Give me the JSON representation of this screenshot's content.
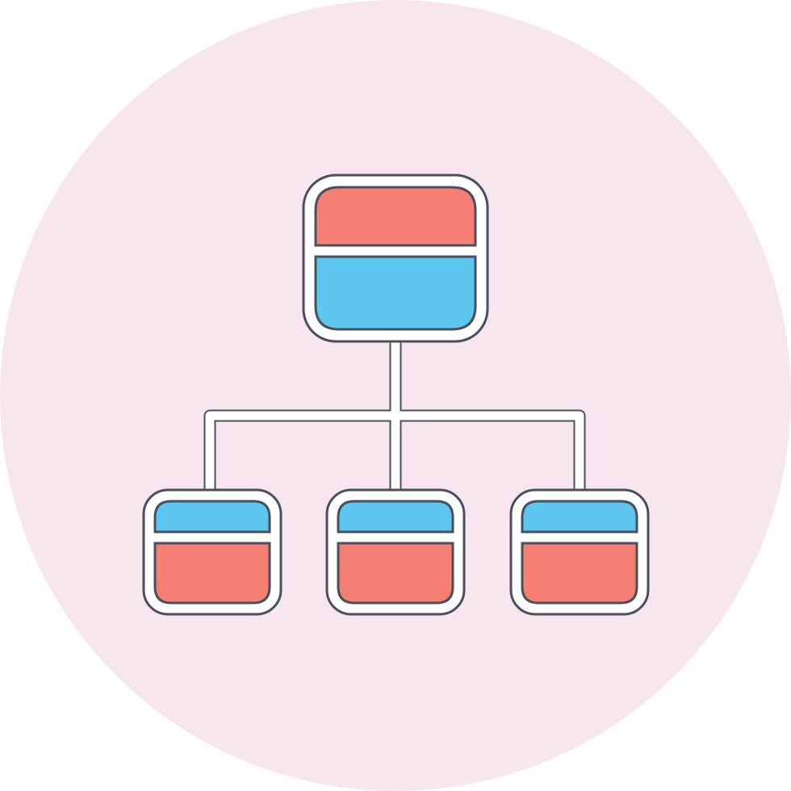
{
  "icon": {
    "name": "sitemap-hierarchy-icon",
    "colors": {
      "background_circle": "#f7e6ee",
      "outline": "#4a4f5c",
      "gap_white": "#ffffff",
      "red": "#f47f72",
      "blue": "#5cc6ef"
    },
    "nodes": [
      {
        "name": "root-node",
        "header_color": "red",
        "body_color": "blue"
      },
      {
        "name": "child-node-left",
        "header_color": "blue",
        "body_color": "red"
      },
      {
        "name": "child-node-center",
        "header_color": "blue",
        "body_color": "red"
      },
      {
        "name": "child-node-right",
        "header_color": "blue",
        "body_color": "red"
      }
    ]
  }
}
